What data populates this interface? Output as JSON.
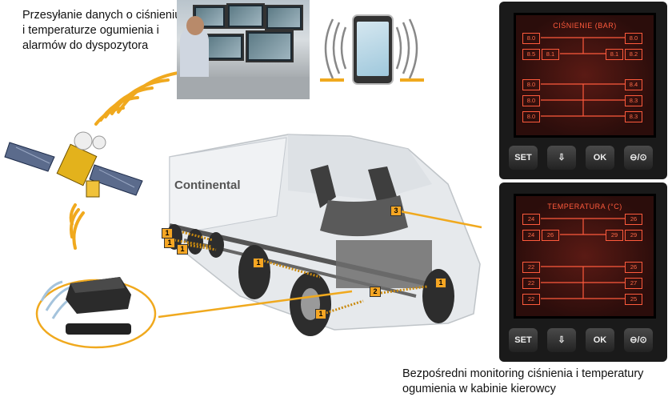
{
  "captions": {
    "top": "Przesyłanie danych o ciśnieniu i temperaturze ogumienia  i alarmów do dyspozytora",
    "bottom": "Bezpośredni monitoring ciśnienia i temperatury ogumienia w kabinie kierowcy"
  },
  "truck_brand": "Continental",
  "badges": [
    "1",
    "1",
    "1",
    "1",
    "1",
    "2",
    "1",
    "3"
  ],
  "pressure_display": {
    "title": "CIŚNIENIE (BAR)",
    "values": [
      "8.0",
      "8.0",
      "8.5",
      "8.1",
      "8.1",
      "8.2",
      "8.0",
      "8.4",
      "8.0",
      "8.3",
      "8.0",
      "8.3"
    ],
    "buttons": [
      "SET",
      "⇩",
      "OK",
      "⊖/⊙"
    ]
  },
  "temperature_display": {
    "title": "TEMPERATURA (°C)",
    "values": [
      "24",
      "26",
      "24",
      "26",
      "29",
      "29",
      "22",
      "26",
      "22",
      "27",
      "22",
      "25"
    ],
    "buttons": [
      "SET",
      "⇩",
      "OK",
      "⊖/⊙"
    ]
  },
  "colors": {
    "accent": "#f5a623",
    "lcd_text": "#ff5a3c",
    "wave": "#f0a91e"
  }
}
